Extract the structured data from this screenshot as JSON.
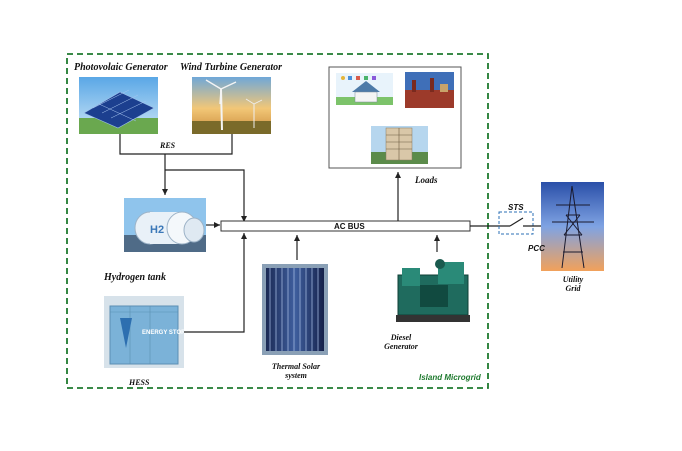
{
  "labels": {
    "pv": "Photovolaic Generator",
    "wind": "Wind Turbine Generator",
    "res": "RES",
    "hydrogen": "Hydrogen tank",
    "hess": "HESS",
    "thermal_line1": "Thermal Solar",
    "thermal_line2": "system",
    "loads": "Loads",
    "ac_bus": "AC BUS",
    "sts": "STS",
    "pcc": "PCC",
    "utility_line1": "Utility",
    "utility_line2": "Grid",
    "diesel_line1": "Diesel",
    "diesel_line2": "Generator",
    "island": "Island Microgrid"
  },
  "images": {
    "h2_tank_text": "H2",
    "energy_storage_text": "ENERGY STORAGE"
  },
  "colors": {
    "island_border": "#1e7a2e",
    "sts_border": "#2b6fb5",
    "lines": "#222222"
  }
}
